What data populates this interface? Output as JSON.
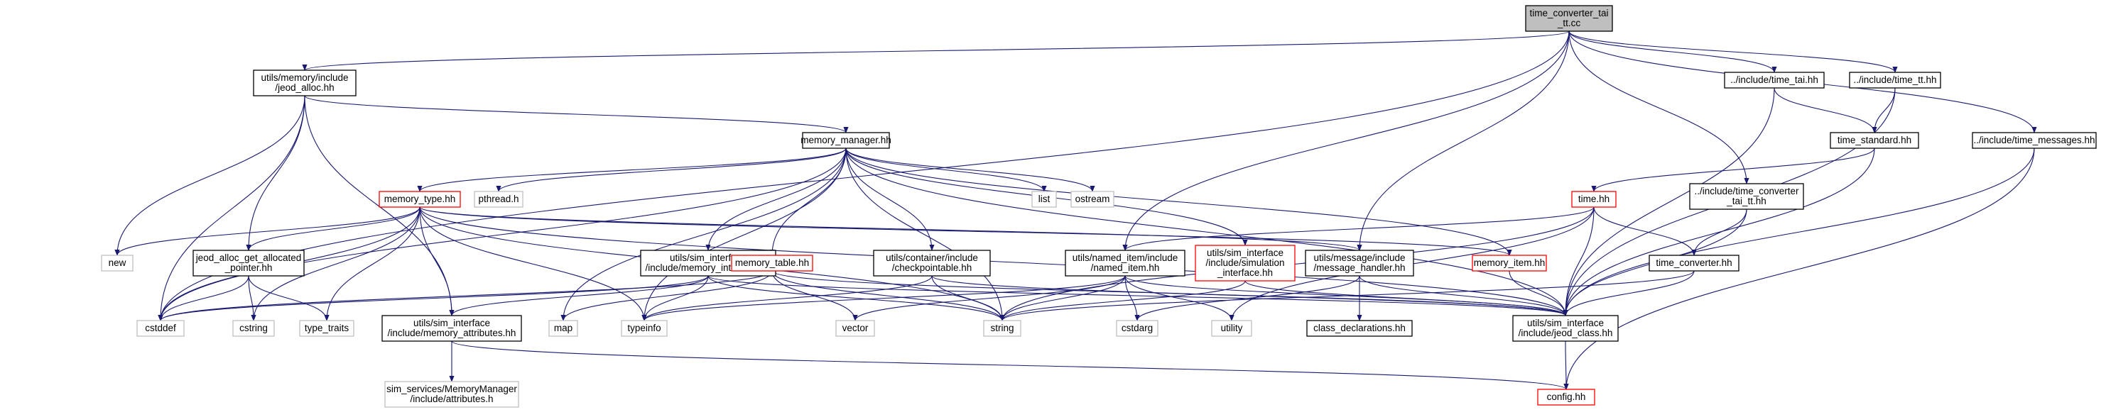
{
  "colors": {
    "edge": "#191970",
    "border_normal": "#000000",
    "border_missing": "#bfbfbf",
    "border_truncated": "#ff0000",
    "fill_root": "#bfbfbf",
    "fill_normal": "#ffffff"
  },
  "nodes": [
    {
      "id": "root",
      "lines": [
        "time_converter_tai",
        "_tt.cc"
      ],
      "kind": "root"
    },
    {
      "id": "jeod_alloc",
      "lines": [
        "utils/memory/include",
        "/jeod_alloc.hh"
      ],
      "kind": "normal"
    },
    {
      "id": "time_tai",
      "lines": [
        "../include/time_tai.hh"
      ],
      "kind": "normal"
    },
    {
      "id": "time_tt",
      "lines": [
        "../include/time_tt.hh"
      ],
      "kind": "normal"
    },
    {
      "id": "time_messages",
      "lines": [
        "../include/time_messages.hh"
      ],
      "kind": "normal"
    },
    {
      "id": "memory_manager",
      "lines": [
        "memory_manager.hh"
      ],
      "kind": "normal"
    },
    {
      "id": "time_standard",
      "lines": [
        "time_standard.hh"
      ],
      "kind": "normal"
    },
    {
      "id": "tctt",
      "lines": [
        "../include/time_converter",
        "_tai_tt.hh"
      ],
      "kind": "normal"
    },
    {
      "id": "memory_type",
      "lines": [
        "memory_type.hh"
      ],
      "kind": "truncated"
    },
    {
      "id": "pthread",
      "lines": [
        "pthread.h"
      ],
      "kind": "missing"
    },
    {
      "id": "list",
      "lines": [
        "list"
      ],
      "kind": "missing"
    },
    {
      "id": "ostream",
      "lines": [
        "ostream"
      ],
      "kind": "missing"
    },
    {
      "id": "time_hh",
      "lines": [
        "time.hh"
      ],
      "kind": "truncated"
    },
    {
      "id": "new",
      "lines": [
        "new"
      ],
      "kind": "missing"
    },
    {
      "id": "jagap",
      "lines": [
        "jeod_alloc_get_allocated",
        "_pointer.hh"
      ],
      "kind": "normal"
    },
    {
      "id": "memory_interface",
      "lines": [
        "utils/sim_interface",
        "/include/memory_interface.hh"
      ],
      "kind": "normal"
    },
    {
      "id": "memory_table",
      "lines": [
        "memory_table.hh"
      ],
      "kind": "truncated"
    },
    {
      "id": "checkpointable",
      "lines": [
        "utils/container/include",
        "/checkpointable.hh"
      ],
      "kind": "normal"
    },
    {
      "id": "named_item",
      "lines": [
        "utils/named_item/include",
        "/named_item.hh"
      ],
      "kind": "normal"
    },
    {
      "id": "simulation_interface",
      "lines": [
        "utils/sim_interface",
        "/include/simulation",
        "_interface.hh"
      ],
      "kind": "truncated"
    },
    {
      "id": "message_handler",
      "lines": [
        "utils/message/include",
        "/message_handler.hh"
      ],
      "kind": "normal"
    },
    {
      "id": "memory_item",
      "lines": [
        "memory_item.hh"
      ],
      "kind": "truncated"
    },
    {
      "id": "time_converter",
      "lines": [
        "time_converter.hh"
      ],
      "kind": "normal"
    },
    {
      "id": "cstddef",
      "lines": [
        "cstddef"
      ],
      "kind": "missing"
    },
    {
      "id": "cstring",
      "lines": [
        "cstring"
      ],
      "kind": "missing"
    },
    {
      "id": "type_traits",
      "lines": [
        "type_traits"
      ],
      "kind": "missing"
    },
    {
      "id": "memory_attributes",
      "lines": [
        "utils/sim_interface",
        "/include/memory_attributes.hh"
      ],
      "kind": "normal"
    },
    {
      "id": "map",
      "lines": [
        "map"
      ],
      "kind": "missing"
    },
    {
      "id": "typeinfo",
      "lines": [
        "typeinfo"
      ],
      "kind": "missing"
    },
    {
      "id": "vector",
      "lines": [
        "vector"
      ],
      "kind": "missing"
    },
    {
      "id": "string",
      "lines": [
        "string"
      ],
      "kind": "missing"
    },
    {
      "id": "cstdarg",
      "lines": [
        "cstdarg"
      ],
      "kind": "missing"
    },
    {
      "id": "utility",
      "lines": [
        "utility"
      ],
      "kind": "missing"
    },
    {
      "id": "class_declarations",
      "lines": [
        "class_declarations.hh"
      ],
      "kind": "normal"
    },
    {
      "id": "jeod_class",
      "lines": [
        "utils/sim_interface",
        "/include/jeod_class.hh"
      ],
      "kind": "normal"
    },
    {
      "id": "attributes_h",
      "lines": [
        "sim_services/MemoryManager",
        "/include/attributes.h"
      ],
      "kind": "missing"
    },
    {
      "id": "config",
      "lines": [
        "config.hh"
      ],
      "kind": "truncated"
    }
  ]
}
